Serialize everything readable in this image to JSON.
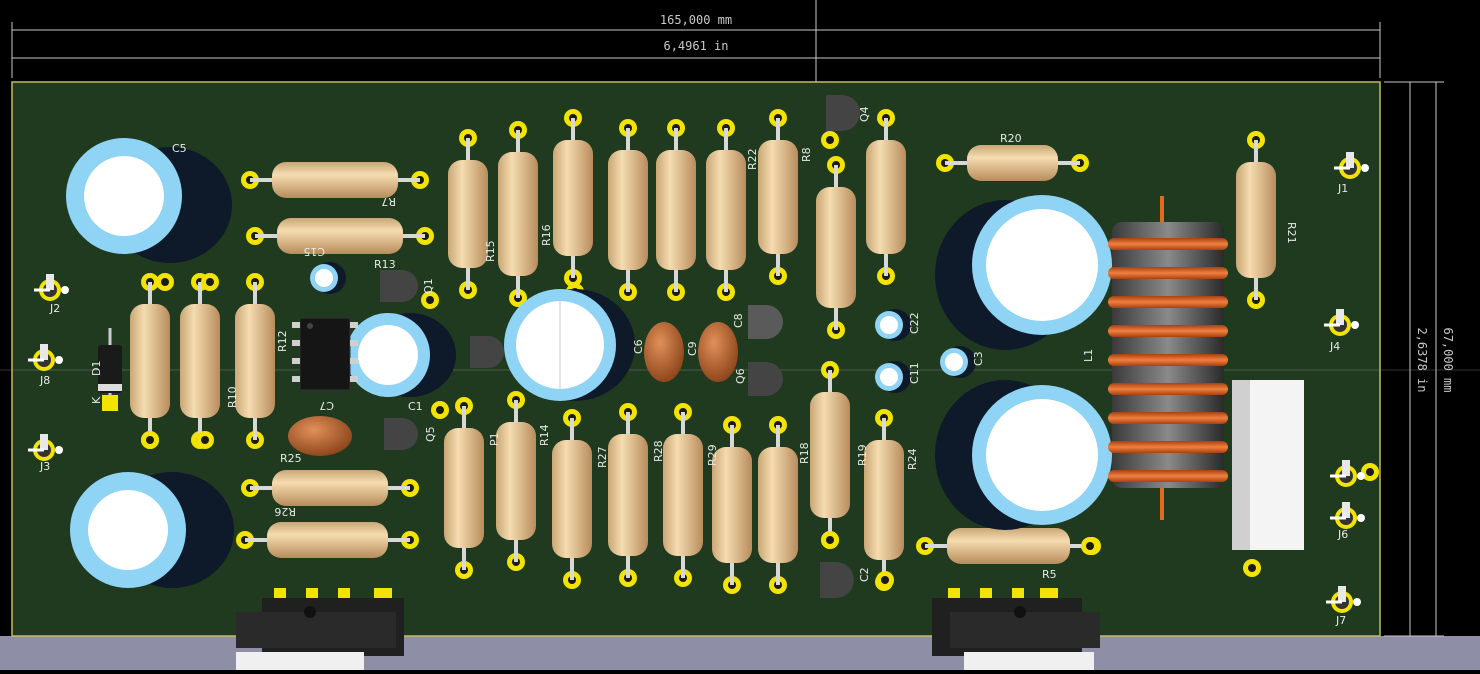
{
  "dimensions": {
    "width_mm": "165,000 mm",
    "width_in": "6,4961 in",
    "height_mm": "67,000 mm",
    "height_in": "2,6378 in"
  },
  "colors": {
    "board": "#1f3a1f",
    "board_edge": "#c8b860",
    "resistor_body": "#e6c796",
    "pad": "#f2e400",
    "cap_blue": "#8fd3f5",
    "cap_dark": "#0e1a2a",
    "ceramic": "#c46a30",
    "copper": "#e06a20",
    "floor": "#8e8ea6"
  },
  "labels": {
    "c5": "C5",
    "r7": "R7",
    "r13": "R13",
    "q1": "Q1",
    "c15": "C15",
    "j1": "J1",
    "j2": "J2",
    "j3": "J3",
    "j4": "J4",
    "j6": "J6",
    "j7": "J7",
    "j8": "J8",
    "d1": "D1",
    "k": "K",
    "r10": "R10",
    "r12": "R12",
    "c1": "C1",
    "c7": "C7",
    "q5": "Q5",
    "r25": "R25",
    "r26": "R26",
    "r15": "R15",
    "r16": "R16",
    "r22": "R22",
    "r8": "R8",
    "q4": "Q4",
    "r20": "R20",
    "r21": "R21",
    "c22": "C22",
    "c11": "C11",
    "c3": "C3",
    "l1": "L1",
    "r14": "R14",
    "r27": "R27",
    "r28": "R28",
    "r29": "R29",
    "r18": "R18",
    "r19": "R19",
    "r24": "R24",
    "r5": "R5",
    "c6": "C6",
    "c8": "C8",
    "q6": "Q6",
    "c2": "C2",
    "p1": "P1",
    "c9": "C9"
  }
}
